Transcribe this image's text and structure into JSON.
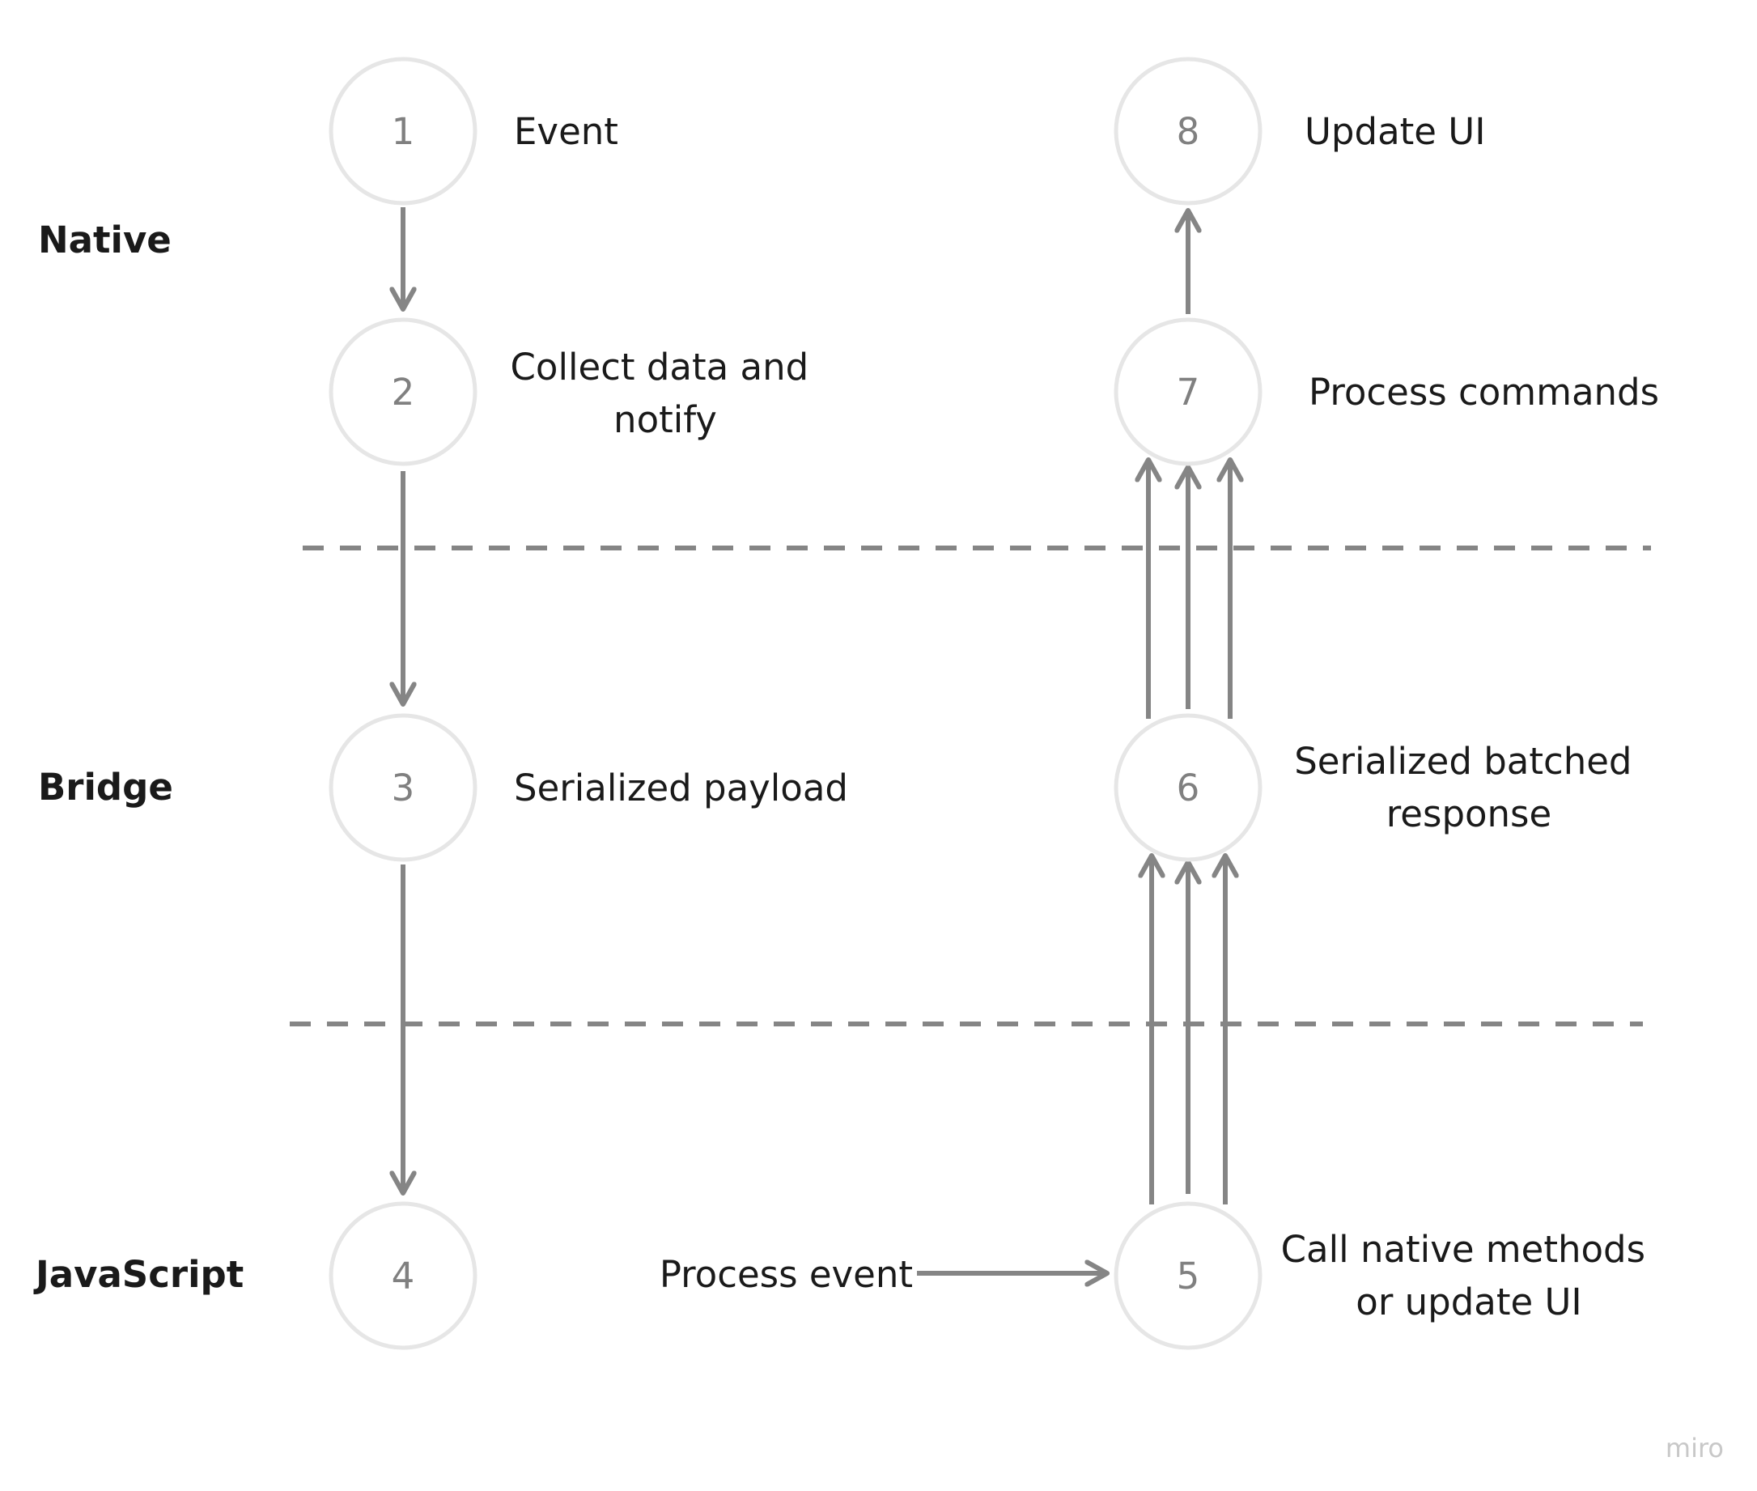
{
  "lanes": {
    "native": "Native",
    "bridge": "Bridge",
    "javascript": "JavaScript"
  },
  "steps": {
    "s1": {
      "number": "1",
      "label": [
        "Event"
      ]
    },
    "s2": {
      "number": "2",
      "label": [
        "Collect data and",
        "notify"
      ]
    },
    "s3": {
      "number": "3",
      "label": [
        "Serialized payload"
      ]
    },
    "s4": {
      "number": "4",
      "label": []
    },
    "s5": {
      "number": "5",
      "label": [
        "Call native methods",
        "or update UI"
      ]
    },
    "s6": {
      "number": "6",
      "label": [
        "Serialized batched",
        "response"
      ]
    },
    "s7": {
      "number": "7",
      "label": [
        "Process commands"
      ]
    },
    "s8": {
      "number": "8",
      "label": [
        "Update UI"
      ]
    }
  },
  "connector_labels": {
    "s4_to_s5": "Process event"
  },
  "colors": {
    "arrow": "#858585",
    "circle_border": "#e6e6e6",
    "number": "#808080",
    "text": "#1a1a1a"
  },
  "watermark": "miro"
}
